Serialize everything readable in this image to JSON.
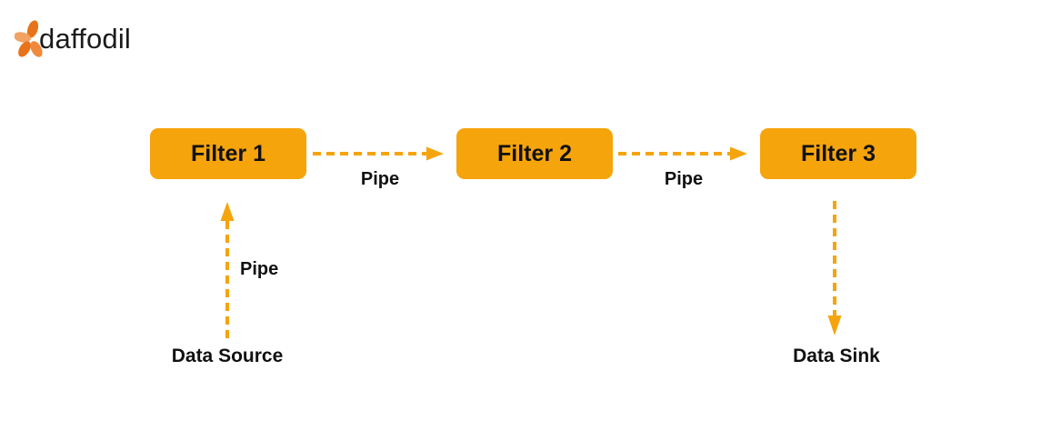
{
  "logo": {
    "text": "daffodil",
    "icon": "daffodil-flower-icon"
  },
  "diagram": {
    "title_implicit": "Pipe and Filter architecture",
    "filters": [
      {
        "label": "Filter 1"
      },
      {
        "label": "Filter 2"
      },
      {
        "label": "Filter 3"
      }
    ],
    "pipes": [
      {
        "label": "Pipe",
        "from": "Filter 1",
        "to": "Filter 2",
        "direction": "right"
      },
      {
        "label": "Pipe",
        "from": "Filter 2",
        "to": "Filter 3",
        "direction": "right"
      },
      {
        "label": "Pipe",
        "from": "Data Source",
        "to": "Filter 1",
        "direction": "up"
      }
    ],
    "source": {
      "label": "Data Source"
    },
    "sink": {
      "label": "Data Sink"
    }
  },
  "colors": {
    "accent": "#F5A40B",
    "box-fill": "#F6A40B",
    "text": "#111111",
    "logo-text": "#1B1B1B",
    "petal-dark": "#E8731A",
    "petal-mid": "#EF8A3C",
    "petal-light": "#F2A263",
    "background": "#FFFFFF"
  }
}
